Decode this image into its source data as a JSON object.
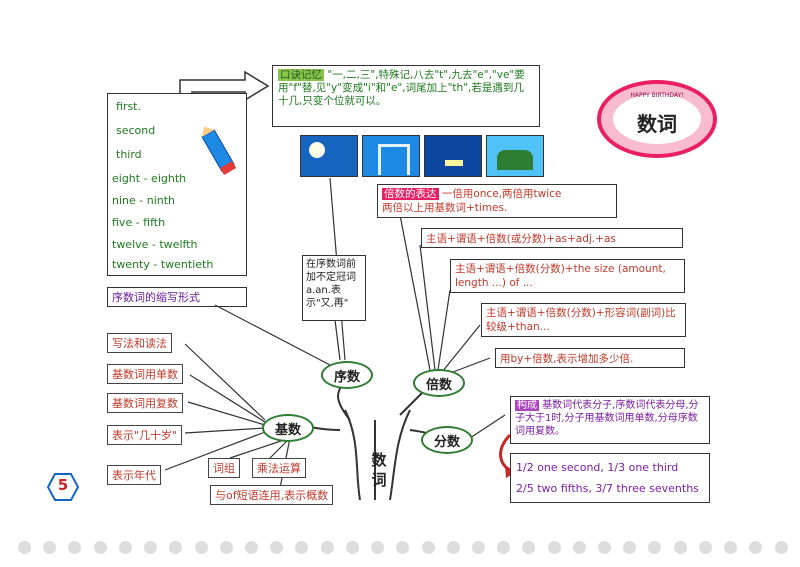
{
  "title": "数词",
  "badge_small": "HAPPY BIRTHDAY!",
  "page_number": "5",
  "ordinal_list": [
    "first.",
    "second",
    "third",
    "eight - eighth",
    "nine - ninth",
    "five - fifth",
    "twelve - twelfth",
    "twenty - twentieth"
  ],
  "ordinal_caption": "序数词的缩写形式",
  "top_note": {
    "heading": "口诀记忆",
    "text": "\"一,二,三\",特殊记,八去\"t\",九去\"e\",\"ve\"要用\"f\"替,见\"y\"变成\"i\"和\"e\",词尾加上\"th\",若是遇到几十几,只变个位就可以。"
  },
  "ordinal_article_note": "在序数词前加不定冠词a.an.表示\"又,再\"",
  "multiple_notes": {
    "heading": "倍数的表达",
    "line1": "一倍用once,两倍用twice",
    "line2": "两倍以上用基数词+times.",
    "pattern1": "主语+谓语+倍数(或分数)+as+adj.+as",
    "pattern2": "主语+谓语+倍数(分数)+the size (amount, length ...) of ...",
    "pattern3": "主语+谓语+倍数(分数)+形容词(副词)比较级+than...",
    "pattern4": "用by+倍数,表示增加多少倍."
  },
  "fraction_note": {
    "heading": "构成",
    "text": "基数词代表分子,序数词代表分母,分子大于1时,分子用基数词用单数,分母序数词用复数。"
  },
  "fraction_examples": {
    "line1": "1/2 one second, 1/3 one third",
    "line2": "2/5 two fifths, 3/7 three sevenths"
  },
  "cardinal_labels": [
    "写法和读法",
    "基数词用单数",
    "基数词用复数",
    "表示\"几十岁\"",
    "表示年代",
    "词组",
    "乘法运算",
    "与of短语连用,表示概数"
  ],
  "nodes": {
    "root": "数词",
    "ordinal": "序数",
    "multiple": "倍数",
    "cardinal": "基数",
    "fraction": "分数"
  },
  "colors": {
    "green_text": "#1f7a1f",
    "red_text": "#c0392b",
    "purple_text": "#7b1fa2",
    "node_border": "#2e7d32",
    "title_oval": "#e91e63"
  }
}
